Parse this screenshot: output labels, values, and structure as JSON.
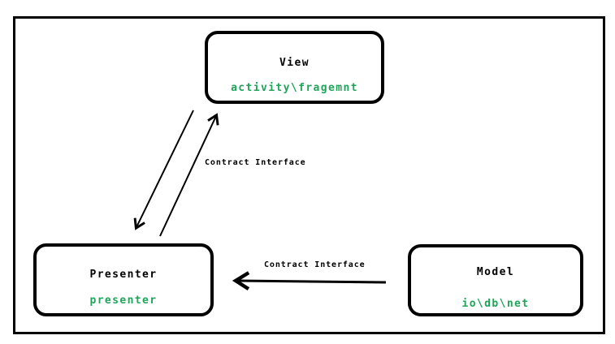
{
  "diagram": {
    "description": "MVP architecture diagram",
    "nodes": [
      {
        "id": "view",
        "title": "View",
        "subtitle": "activity\\fragemnt"
      },
      {
        "id": "presenter",
        "title": "Presenter",
        "subtitle": "presenter"
      },
      {
        "id": "model",
        "title": "Model",
        "subtitle": "io\\db\\net"
      }
    ],
    "edges": [
      {
        "id": "view-to-presenter",
        "from": "View",
        "to": "Presenter",
        "label": ""
      },
      {
        "id": "presenter-to-view",
        "from": "Presenter",
        "to": "View",
        "label": "Contract Interface"
      },
      {
        "id": "model-to-presenter",
        "from": "Model",
        "to": "Presenter",
        "label": "Contract Interface"
      }
    ],
    "colors": {
      "subtitle_green": "#1ea55a",
      "line_black": "#000000",
      "background": "#ffffff"
    }
  }
}
